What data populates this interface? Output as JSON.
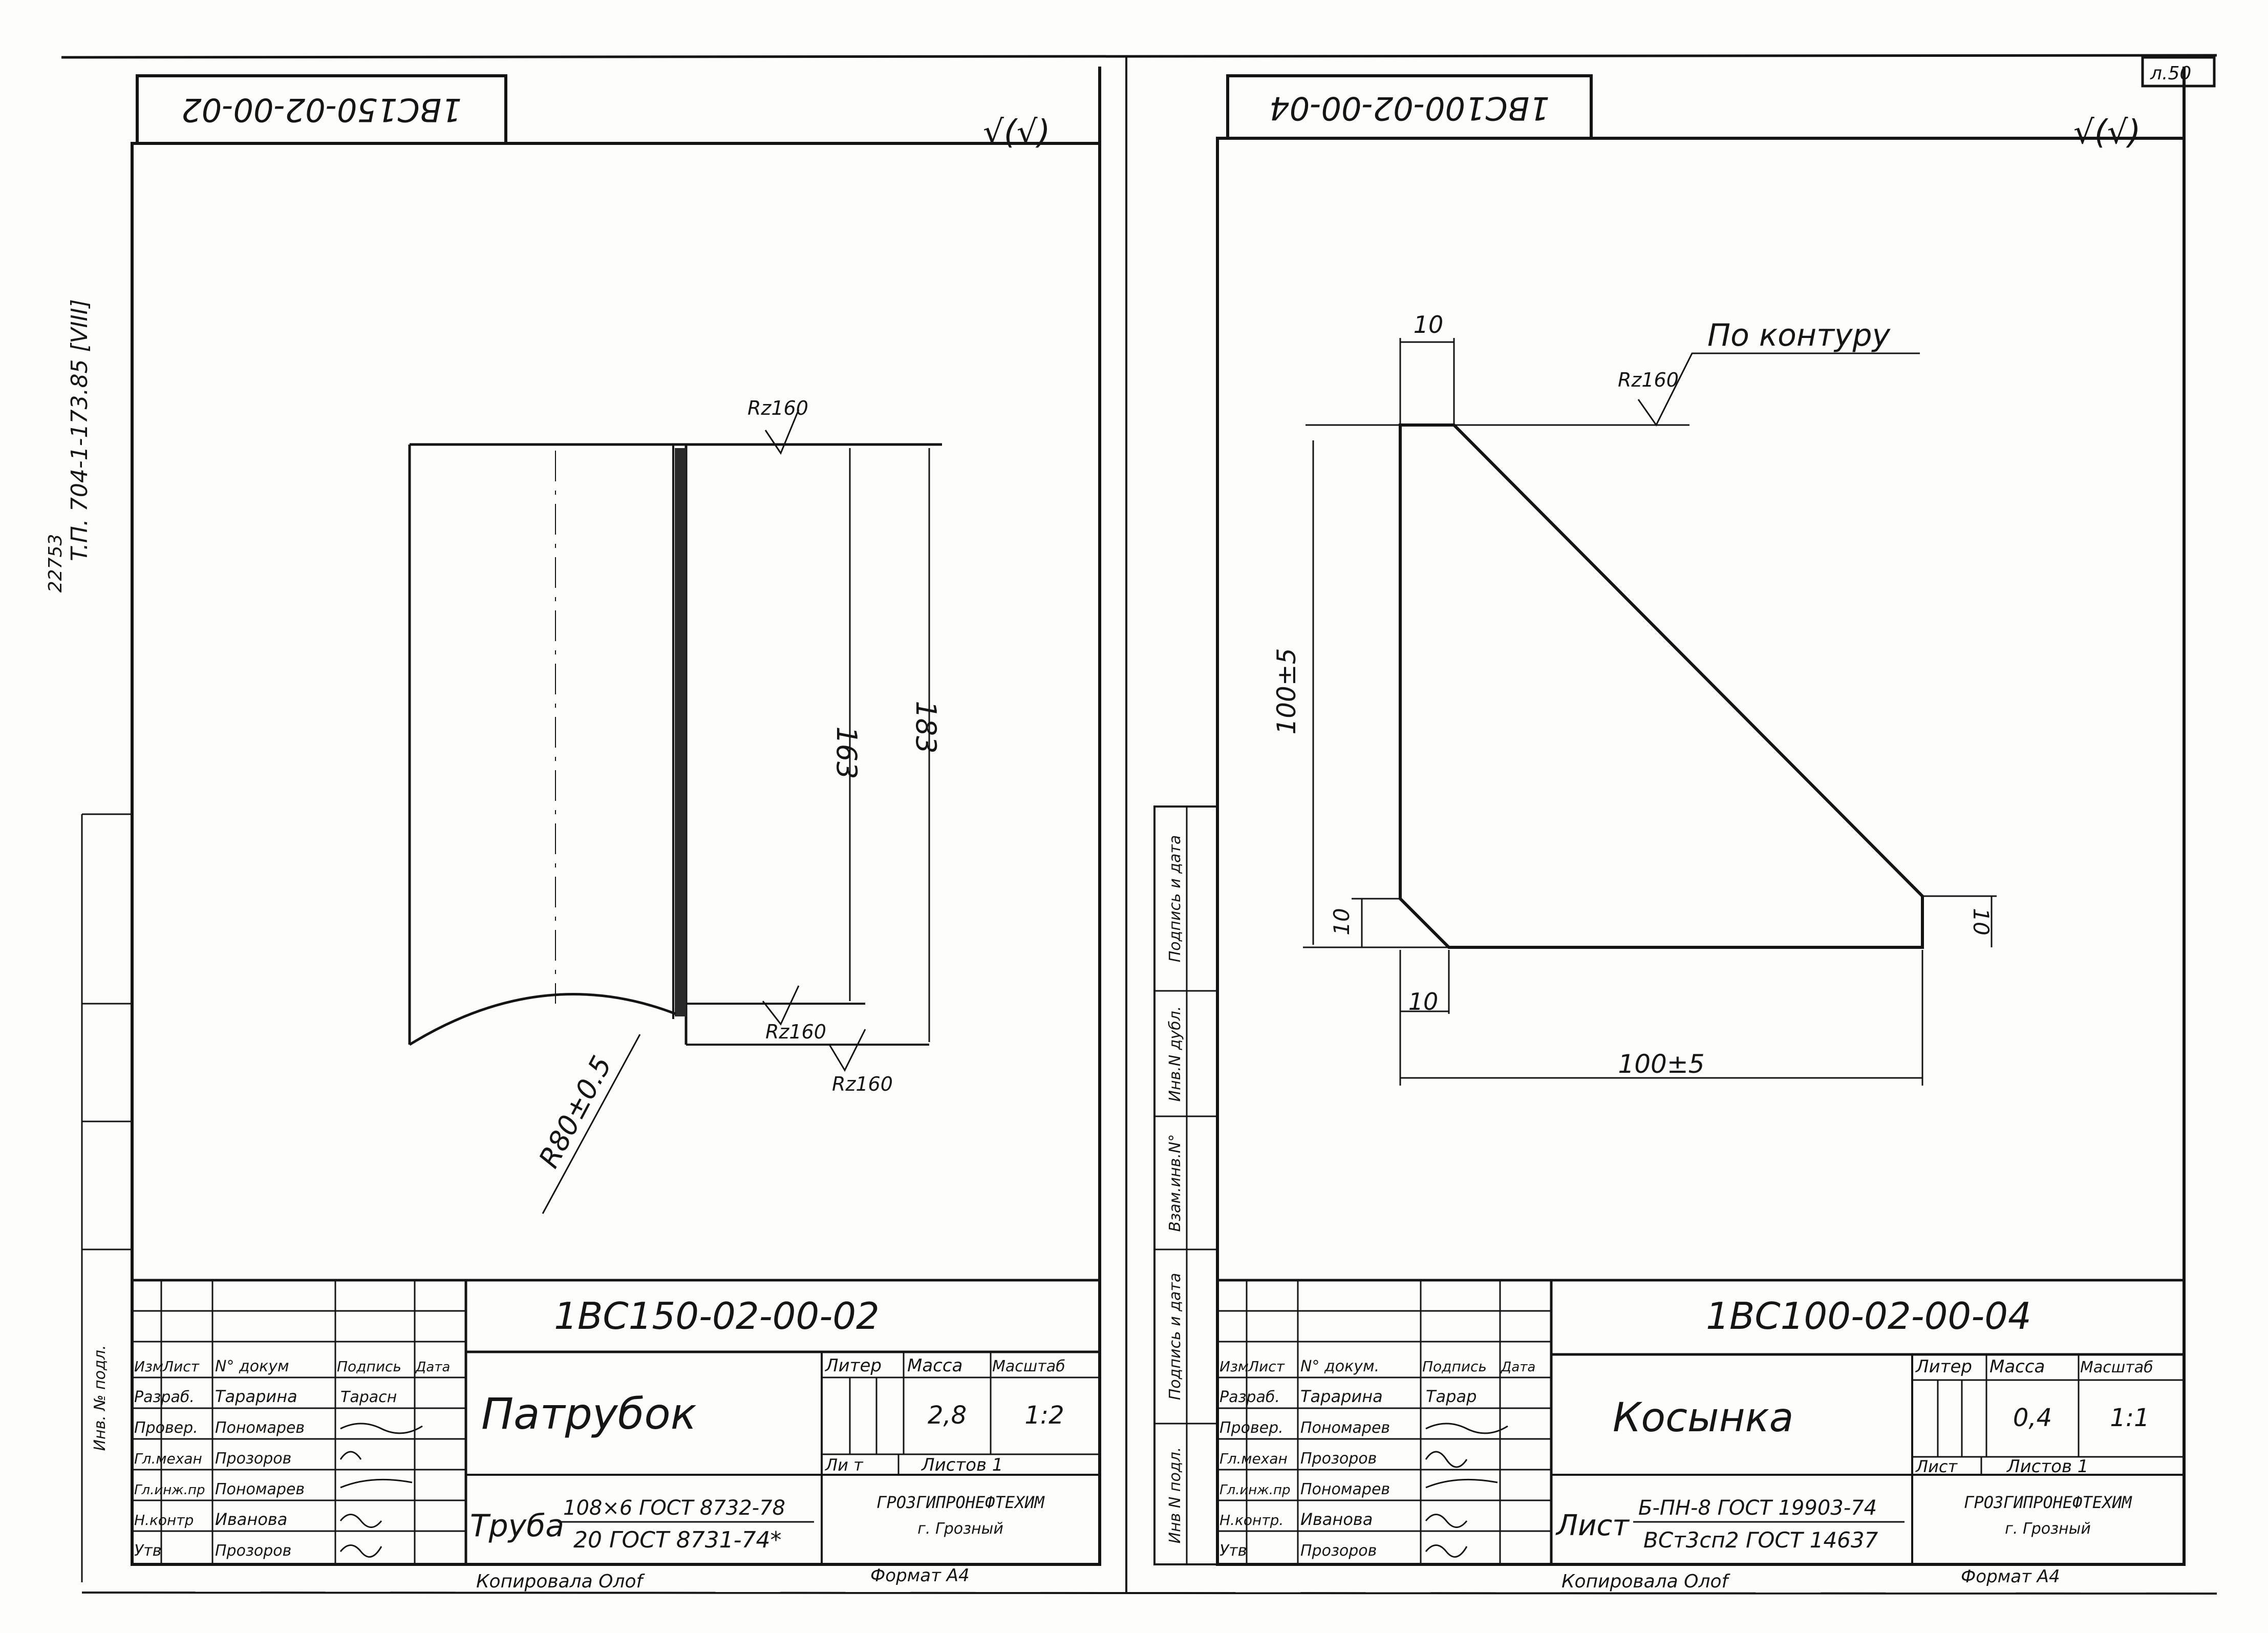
{
  "sheet": {
    "page_label": "л.50",
    "margin_stamp": "T.П. 704-1-173.85 [VIII]",
    "margin_number": "22753",
    "margin_note": "Инв. № подл."
  },
  "left_drawing": {
    "stamp_code": "1BC150-02-00-02",
    "roughness_mark": "√(√)",
    "dims": {
      "inner_length": "163",
      "outer_length": "183",
      "radius": "R80±0.5",
      "top_roughness": "Rz160",
      "bottom_roughness_1": "Rz160",
      "bottom_roughness_2": "Rz160"
    },
    "title_block": {
      "code": "1BC150-02-00-02",
      "part_name": "Патрубок",
      "headers": {
        "izm": "Изм",
        "list": "Лист",
        "ndok": "N° докум",
        "podpis": "Подпись",
        "data": "Дата"
      },
      "roles": [
        "Разраб.",
        "Провер.",
        "Гл.механ",
        "Гл.инж.пр",
        "Н.контр",
        "Утв"
      ],
      "names": [
        "Тарарина",
        "Пономарев",
        "Прозоров",
        "Пономарев",
        "Иванова",
        "Прозоров"
      ],
      "signature_1": "Тарасн",
      "liter_label": "Литер",
      "mass_label": "Масса",
      "scale_label": "Масштаб",
      "mass": "2,8",
      "scale": "1:2",
      "sheet_label": "Ли т",
      "sheets_label": "Листов 1",
      "material_prefix": "Труба",
      "material_top": "108×6 ГОСТ 8732-78",
      "material_bottom": "20 ГОСТ 8731-74*",
      "org": "ГРОЗГИПРОНЕФТЕХИМ",
      "city": "г. Грозный",
      "copied": "Копировала Олоf",
      "format": "Формат А4"
    }
  },
  "right_drawing": {
    "stamp_code": "1BC100-02-00-04",
    "roughness_mark": "√(√)",
    "contour_note": "По контуру",
    "dims": {
      "top_width": "10",
      "height": "100±5",
      "left_small": "10",
      "right_small": "10",
      "bottom_small": "10",
      "width": "100±5",
      "roughness": "Rz160"
    },
    "side_stamp": [
      "Инв N подл.",
      "Подпись и дата",
      "Взам.инв.N°",
      "Инв.N дубл.",
      "Подпись и дата"
    ],
    "title_block": {
      "code": "1BC100-02-00-04",
      "part_name": "Косынка",
      "headers": {
        "izm": "Изм",
        "list": "Лист",
        "ndok": "N° докум.",
        "podpis": "Подпись",
        "data": "Дата"
      },
      "roles": [
        "Разраб.",
        "Провер.",
        "Гл.механ",
        "Гл.инж.пр",
        "Н.контр.",
        "Утв"
      ],
      "names": [
        "Тарарина",
        "Пономарев",
        "Прозоров",
        "Пономарев",
        "Иванова",
        "Прозоров"
      ],
      "signature_1": "Тарар",
      "liter_label": "Литер",
      "mass_label": "Масса",
      "scale_label": "Масштаб",
      "mass": "0,4",
      "scale": "1:1",
      "sheet_label": "Лист",
      "sheets_label": "Листов 1",
      "material_prefix": "Лист",
      "material_top": "Б-ПН-8 ГОСТ 19903-74",
      "material_bottom": "ВСт3сп2 ГОСТ 14637",
      "org": "ГРОЗГИПРОНЕФТЕХИМ",
      "city": "г. Грозный",
      "copied": "Копировала Олоf",
      "format": "Формат А4"
    }
  }
}
